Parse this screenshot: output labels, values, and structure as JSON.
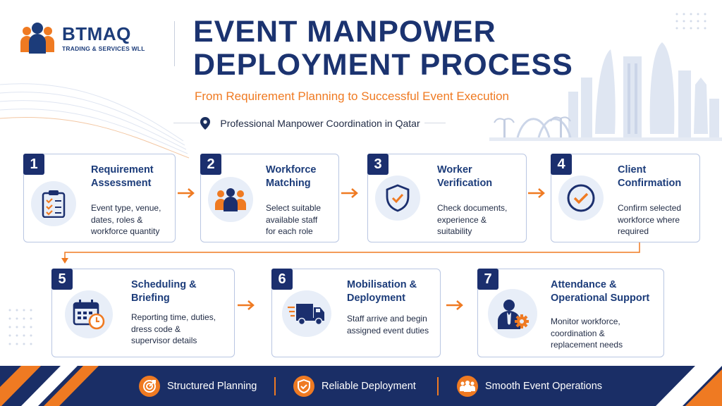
{
  "brand": {
    "name": "BTMAQ",
    "tagline": "TRADING & SERVICES WLL"
  },
  "header": {
    "title_line1": "EVENT MANPOWER",
    "title_line2": "DEPLOYMENT PROCESS",
    "subtitle": "From Requirement Planning to Successful Event Execution",
    "location": "Professional Manpower Coordination in Qatar"
  },
  "steps": [
    {
      "number": "1",
      "title_line1": "Requirement",
      "title_line2": "Assessment",
      "desc_lines": [
        "Event type, venue,",
        "dates, roles &",
        "workforce quantity"
      ],
      "icon": "clipboard-checklist-icon"
    },
    {
      "number": "2",
      "title_line1": "Workforce",
      "title_line2": "Matching",
      "desc_lines": [
        "Select suitable",
        "available staff",
        "for each role"
      ],
      "icon": "people-group-icon"
    },
    {
      "number": "3",
      "title_line1": "Worker",
      "title_line2": "Verification",
      "desc_lines": [
        "Check documents,",
        "experience &",
        "suitability"
      ],
      "icon": "shield-check-icon"
    },
    {
      "number": "4",
      "title_line1": "Client",
      "title_line2": "Confirmation",
      "desc_lines": [
        "Confirm selected",
        "workforce where",
        "required"
      ],
      "icon": "check-circle-icon"
    },
    {
      "number": "5",
      "title_line1": "Scheduling &",
      "title_line2": "Briefing",
      "desc_lines": [
        "Reporting time, duties,",
        "dress code &",
        "supervisor details"
      ],
      "icon": "calendar-clock-icon"
    },
    {
      "number": "6",
      "title_line1": "Mobilisation &",
      "title_line2": "Deployment",
      "desc_lines": [
        "Staff arrive and begin",
        "assigned event duties"
      ],
      "icon": "truck-icon"
    },
    {
      "number": "7",
      "title_line1": "Attendance &",
      "title_line2": "Operational Support",
      "desc_lines": [
        "Monitor workforce,",
        "coordination &",
        "replacement needs"
      ],
      "icon": "support-person-gear-icon"
    }
  ],
  "footer": {
    "items": [
      {
        "label": "Structured Planning",
        "icon": "target-icon"
      },
      {
        "label": "Reliable Deployment",
        "icon": "shield-check-icon"
      },
      {
        "label": "Smooth Event Operations",
        "icon": "people-group-icon"
      }
    ]
  },
  "colors": {
    "navy": "#1b2f6e",
    "orange": "#ef7a22",
    "card_border": "#b9c6e2",
    "icon_bg": "#e8eef8"
  }
}
